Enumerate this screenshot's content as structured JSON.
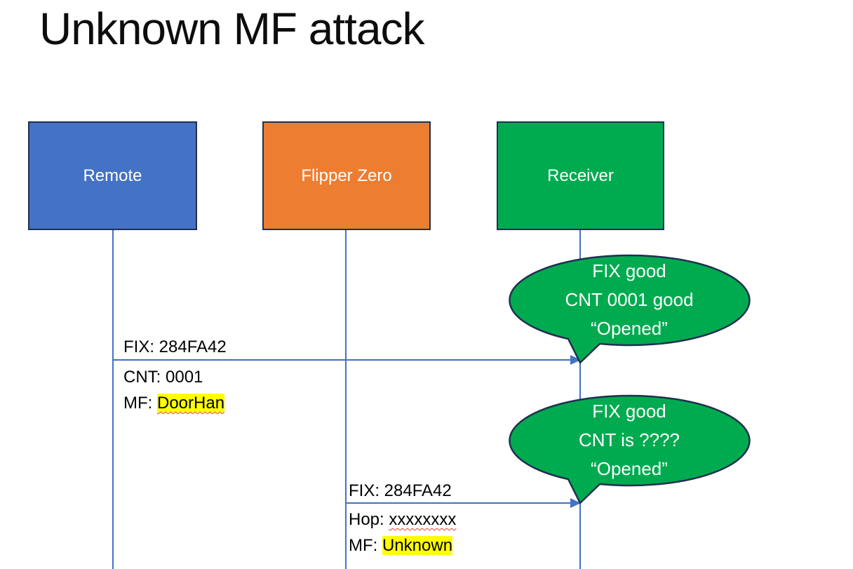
{
  "title": "Unknown MF attack",
  "colors": {
    "blue": "#4472C4",
    "orange": "#ED7D31",
    "green": "#00AB50",
    "navy": "#1F3050",
    "line": "#4472C4",
    "highlight": "#FFFF00",
    "squiggle": "#E8412C"
  },
  "actors": [
    {
      "label": "Remote"
    },
    {
      "label": "Flipper Zero"
    },
    {
      "label": "Receiver"
    }
  ],
  "messages": [
    {
      "above": "FIX: 284FA42",
      "row2_prefix": "CNT: 0001",
      "row2_value": "",
      "row3_prefix": "MF: ",
      "row3_value": "DoorHan"
    },
    {
      "above": "FIX: 284FA42",
      "row2_prefix": "Hop: ",
      "row2_value": "xxxxxxxx",
      "row3_prefix": "MF: ",
      "row3_value": "Unknown"
    }
  ],
  "bubbles": [
    {
      "lines": [
        "FIX good",
        "CNT 0001 good",
        "“Opened”"
      ]
    },
    {
      "lines": [
        "FIX good",
        "CNT is ????",
        "“Opened”"
      ]
    }
  ]
}
